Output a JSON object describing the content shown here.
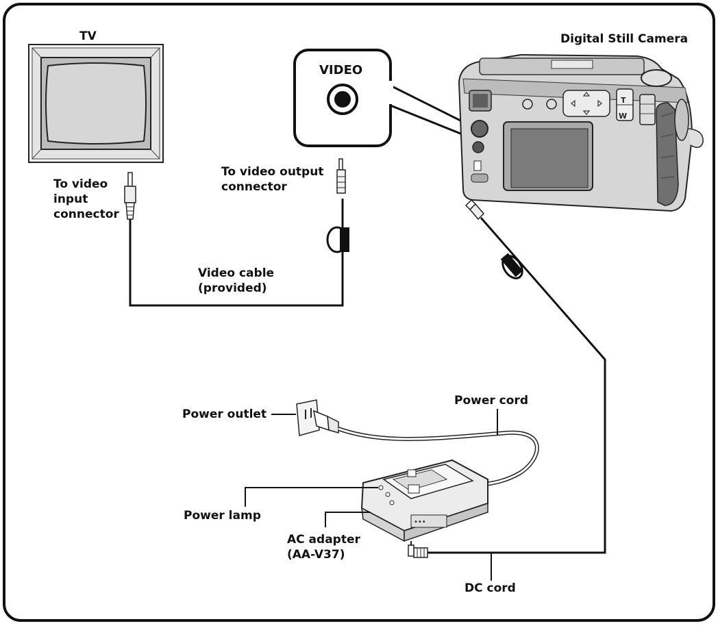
{
  "labels": {
    "tv": "TV",
    "camera": "Digital Still Camera",
    "video_callout": "VIDEO",
    "to_video_input": [
      "To video",
      "input",
      "connector"
    ],
    "to_video_output": [
      "To video output",
      "connector"
    ],
    "video_cable": [
      "Video cable",
      "(provided)"
    ],
    "power_outlet": "Power outlet",
    "power_cord": "Power cord",
    "power_lamp": "Power lamp",
    "ac_adapter": [
      "AC adapter",
      "(AA-V37)"
    ],
    "dc_cord": "DC cord",
    "zoom_t": "T",
    "zoom_w": "W"
  }
}
